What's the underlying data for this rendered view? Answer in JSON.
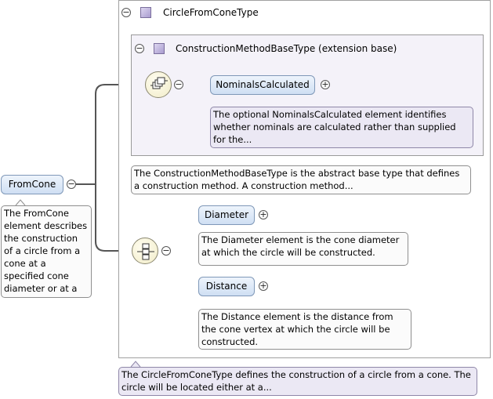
{
  "root_element": {
    "name": "FromCone",
    "note": "The FromCone element describes the construction of a circle from a cone at a specified cone diameter or at a specified..."
  },
  "outer_type": {
    "name": "CircleFromConeType",
    "note": "The CircleFromConeType defines the construction of a circle from a cone. The circle will be located either at a..."
  },
  "inner_type": {
    "name": "ConstructionMethodBaseType (extension base)",
    "note": "The ConstructionMethodBaseType is the abstract base type that defines a construction method. A construction method..."
  },
  "elements": {
    "nominals_calculated": {
      "name": "NominalsCalculated",
      "note": "The optional NominalsCalculated element identifies whether nominals are calculated rather than supplied for the..."
    },
    "diameter": {
      "name": "Diameter",
      "note": "The Diameter element is the cone diameter at which the circle will be constructed."
    },
    "distance": {
      "name": "Distance",
      "note": "The Distance element is the distance from the cone vertex at which the circle will be constructed."
    }
  },
  "colors": {
    "element_fill": "#cfdff3",
    "element_border": "#7f98b8",
    "type_fill": "#f4f2f9",
    "type_note_fill": "#ebe8f4",
    "connector": "#555555"
  },
  "icons": {
    "collapse": "minus-circle-icon",
    "expand": "plus-circle-icon",
    "type": "type-square-icon",
    "sequence": "sequence-compositor-icon"
  }
}
